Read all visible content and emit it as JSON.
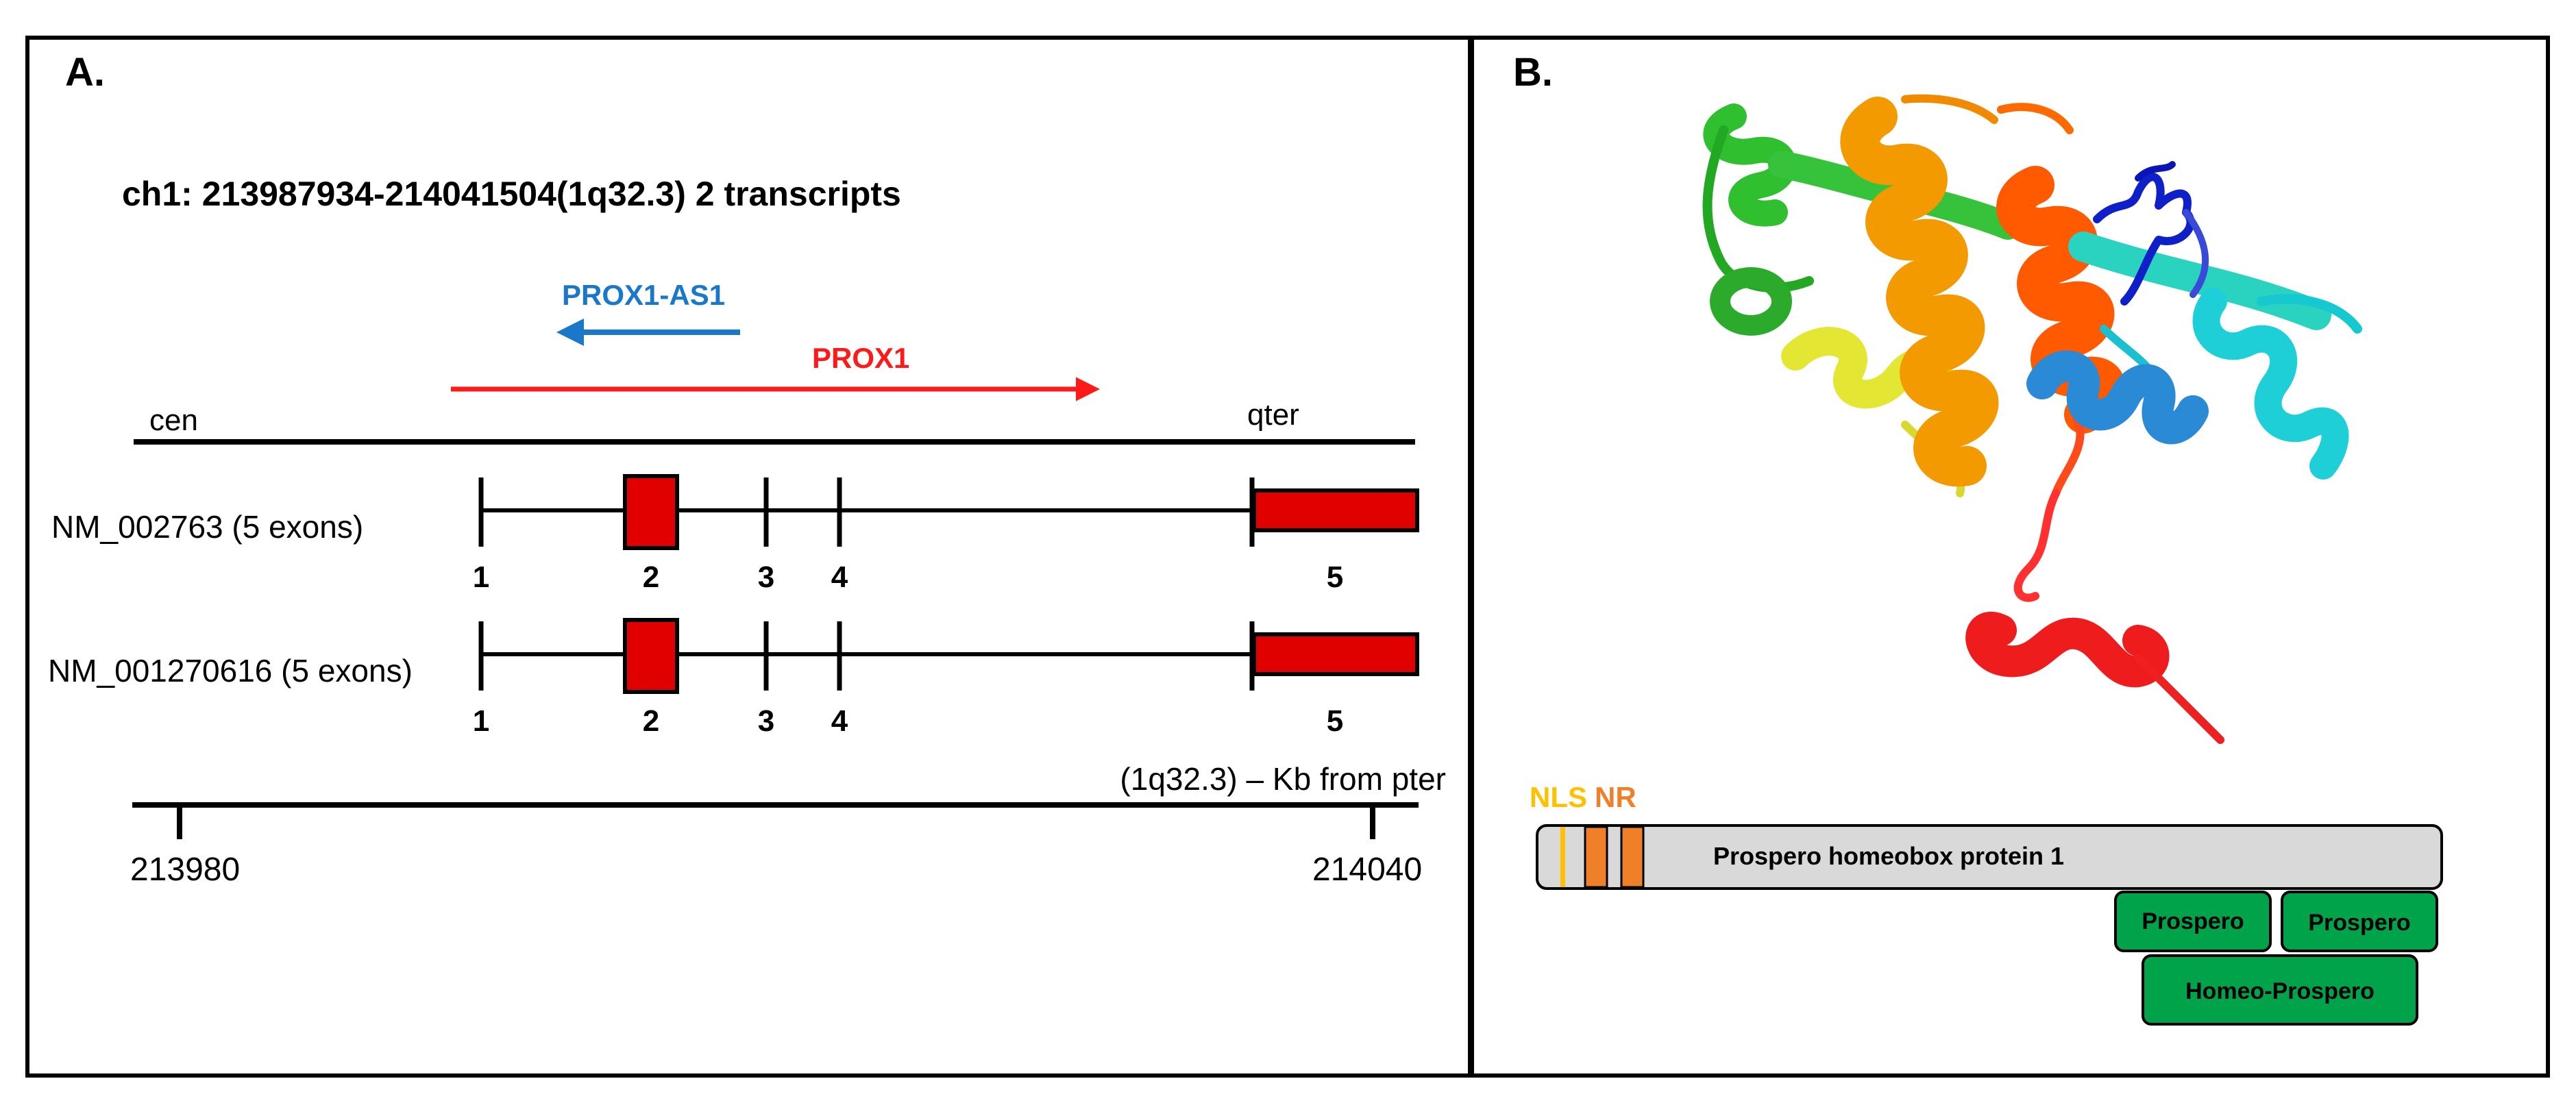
{
  "panel_a": {
    "label": "A.",
    "title": "ch1: 213987934-214041504(1q32.3) 2 transcripts",
    "antisense_gene": "PROX1-AS1",
    "sense_gene": "PROX1",
    "cen_label": "cen",
    "qter_label": "qter",
    "transcripts": [
      {
        "name": "NM_002763 (5 exons)",
        "exon_numbers": [
          "1",
          "2",
          "3",
          "4",
          "5"
        ]
      },
      {
        "name": "NM_001270616 (5 exons)",
        "exon_numbers": [
          "1",
          "2",
          "3",
          "4",
          "5"
        ]
      }
    ],
    "scale_label": "(1q32.3) – Kb from pter",
    "scale_ticks": [
      "213980",
      "214040"
    ],
    "colors": {
      "exon": "#e00000",
      "antisense": "#1b78c8",
      "sense": "#ff1a1a",
      "line": "#000000"
    }
  },
  "panel_b": {
    "label": "B.",
    "protein_name": "Prospero homeobox protein 1",
    "nls_label": "NLS",
    "nr_label": "NR",
    "domains": [
      "Prospero",
      "Prospero",
      "Homeo-Prospero"
    ],
    "colors": {
      "protein_bar": "#d9d9d9",
      "nls": "#ffc000",
      "nr": "#f07f2a",
      "domain": "#00a24a"
    }
  }
}
